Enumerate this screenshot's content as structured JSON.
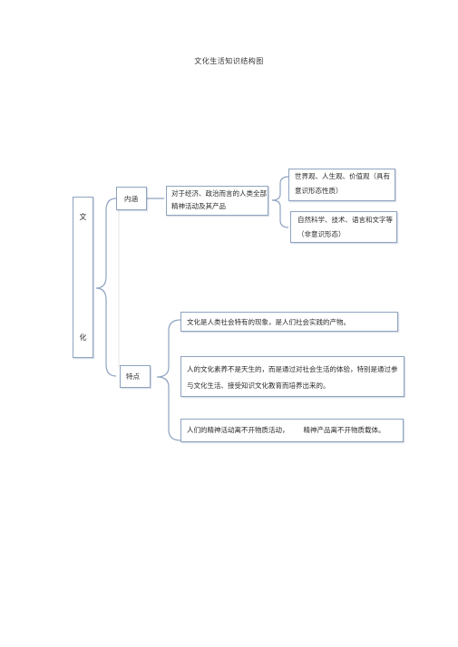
{
  "title": "文化生活知识结构图",
  "root": {
    "char1": "文",
    "char2": "化"
  },
  "branches": {
    "connotation": {
      "label": "内涵",
      "definition": "对于经济、政治而言的人类全部精神活动及其产品",
      "items": [
        "世界观、人生观、价值观（具有意识形态性质）",
        "自然科学、技术、语言和文字等（非意识形态）"
      ]
    },
    "features": {
      "label": "特点",
      "items": [
        "文化是人类社会特有的现象，是人们社会实践的产物。",
        "人的文化素养不是天生的，而是通过对社会生活的体验，特别是通过参与文化生活、接受知识文化教育而培养出来的。",
        "人们的精神活动离不开物质活动，"
      ],
      "item3_part2": "精神产品离不开物质载体。"
    }
  }
}
